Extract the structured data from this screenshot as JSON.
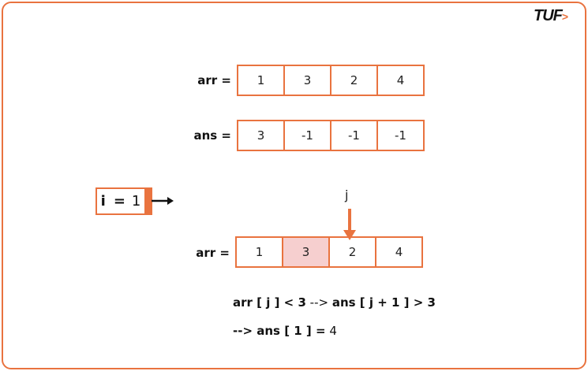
{
  "logo": {
    "text": "TUF",
    "mark": ">"
  },
  "arr1": {
    "label": "arr =",
    "values": [
      "1",
      "3",
      "2",
      "4"
    ]
  },
  "ans": {
    "label": "ans =",
    "values": [
      "3",
      "-1",
      "-1",
      "-1"
    ]
  },
  "i_box": {
    "name": "i",
    "eq": "=",
    "value": "1"
  },
  "pointer": {
    "label": "j"
  },
  "arr2": {
    "label": "arr =",
    "values": [
      "1",
      "3",
      "2",
      "4"
    ],
    "highlight_index": 1,
    "highlight_color": "#F6CFCF"
  },
  "line1": {
    "a": "arr [ j ] < 3",
    "b": " --> ",
    "c": "ans [ j + 1 ] > 3"
  },
  "line2": {
    "a": "--> ans [ 1 ] =",
    "b": " 4"
  },
  "colors": {
    "accent": "#E9733F"
  }
}
